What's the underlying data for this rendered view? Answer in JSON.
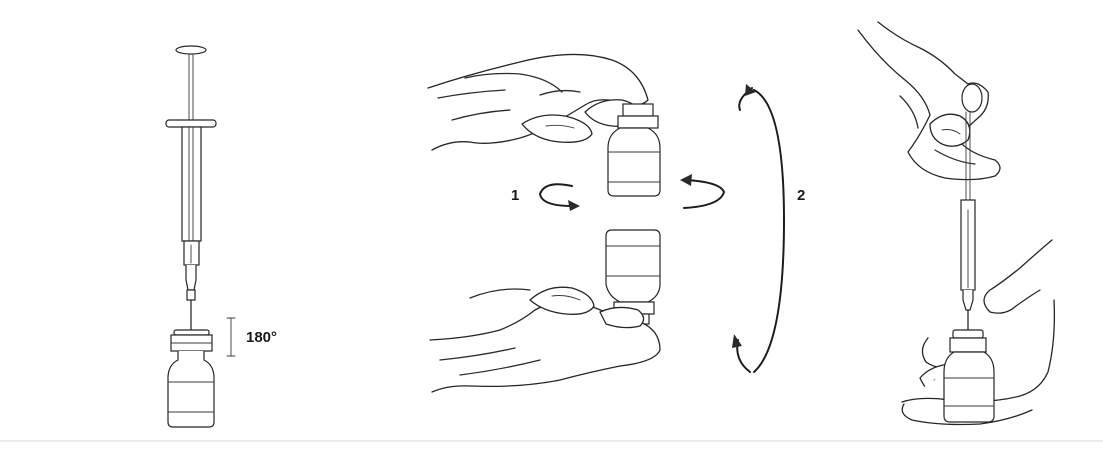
{
  "labels": {
    "rotation_angle": "180°",
    "step_one": "1",
    "step_two": "2"
  },
  "colors": {
    "ink": "#262626",
    "background": "#ffffff",
    "divider": "#d9d9d9"
  }
}
